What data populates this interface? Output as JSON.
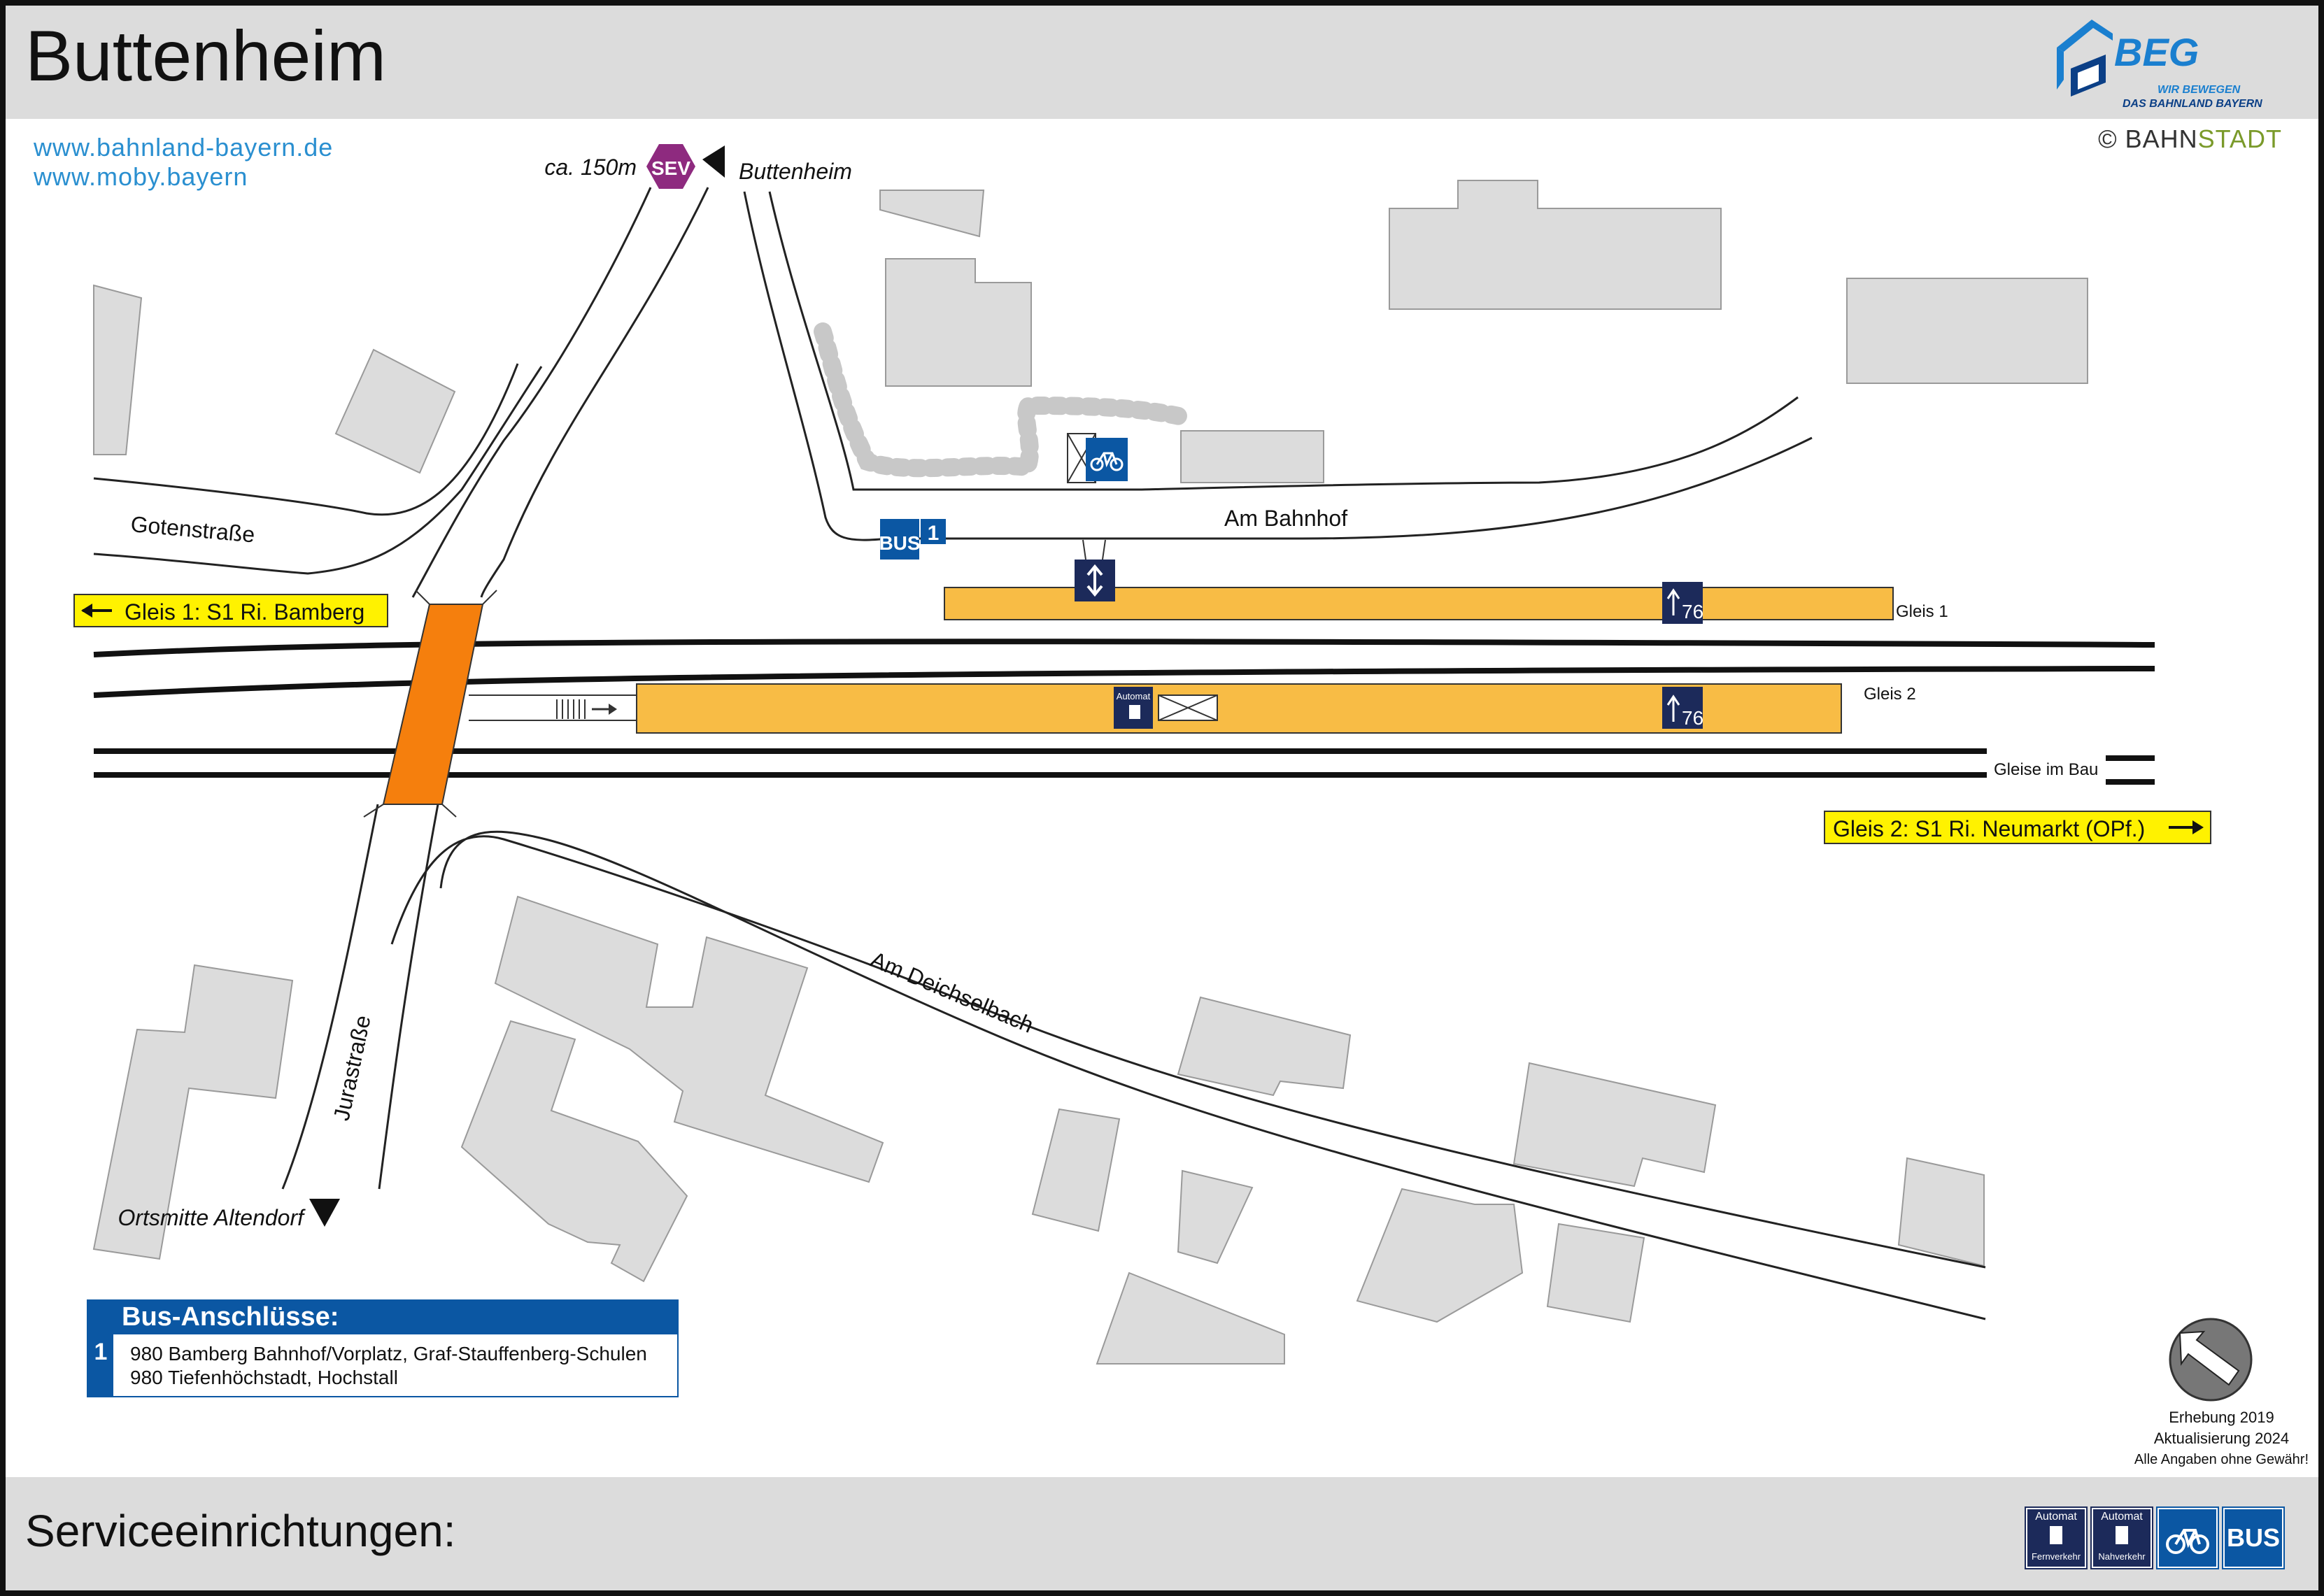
{
  "title": "Buttenheim",
  "logo": {
    "brand": "BEG",
    "slogan_line1": "WIR BEWEGEN",
    "slogan_line2": "DAS BAHNLAND BAYERN",
    "color": "#1a7fcf"
  },
  "copyright": {
    "prefix": "© BAHN",
    "suffix": "STADT"
  },
  "links": [
    "www.bahnland-bayern.de",
    "www.moby.bayern"
  ],
  "directions": {
    "north_distance": "ca. 150m",
    "sev_label": "SEV",
    "north_destination": "Buttenheim",
    "south_destination": "Ortsmitte Altendorf"
  },
  "streets": {
    "gotenstrasse": "Gotenstraße",
    "am_bahnhof": "Am Bahnhof",
    "am_deichselbach": "Am Deichselbach",
    "jurastrasse": "Jurastraße"
  },
  "tracks": {
    "gleis1_direction": "Gleis 1: S1 Ri. Bamberg",
    "gleis2_direction": "Gleis 2: S1 Ri. Neumarkt (OPf.)",
    "gleis1_label": "Gleis 1",
    "gleis2_label": "Gleis 2",
    "under_construction": "Gleise im Bau",
    "platform_height_1": "76",
    "platform_height_2": "76"
  },
  "icons": {
    "bus_stop_label": "BUS",
    "bus_stop_line": "1",
    "automat_label": "Automat"
  },
  "bus_connections": {
    "heading": "Bus-Anschlüsse:",
    "line": "1",
    "stops": [
      "980 Bamberg Bahnhof/Vorplatz, Graf-Stauffenberg-Schulen",
      "980 Tiefenhöchstadt, Hochstall"
    ]
  },
  "credits": {
    "survey": "Erhebung 2019",
    "update": "Aktualisierung 2024",
    "disclaimer": "Alle Angaben ohne Gewähr!"
  },
  "footer": {
    "title": "Serviceeinrichtungen:",
    "services": [
      {
        "top": "Automat",
        "bottom": "Fernverkehr"
      },
      {
        "top": "Automat",
        "bottom": "Nahverkehr"
      },
      {
        "label": "bike-parking"
      },
      {
        "label": "BUS"
      }
    ]
  },
  "colors": {
    "platform": "#f8bc45",
    "bridge": "#f57f0d",
    "building": "#dcdcdc",
    "sign_yellow": "#fff200",
    "icon_navy": "#1c2a5a",
    "bus_blue": "#0b57a3",
    "sev_purple": "#8e2a7f"
  }
}
